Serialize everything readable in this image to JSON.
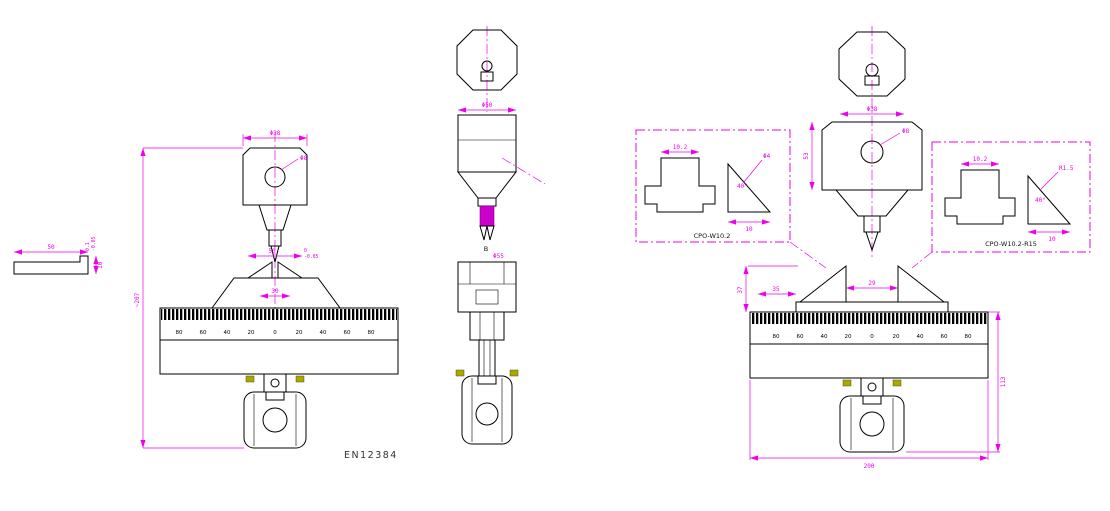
{
  "labels": {
    "standard": "EN12384",
    "detail_left": "CPO-W10.2",
    "detail_right": "CPO-W10.2-R15",
    "tip_mark": "B"
  },
  "dims": {
    "gauge_width": "50",
    "gauge_tol_top": "0.1",
    "gauge_tol_bottom": "-0.05",
    "gauge_step": "10",
    "overall_height": "~207",
    "head_width": "Φ38",
    "hole_dia": "Φ8",
    "anvil_width": "50",
    "anvil_tol_top": "0",
    "anvil_tol_bottom": "-0.05",
    "anvil_inner": "30",
    "shaft_dia": "Φ50",
    "carrier_dia": "Φ55",
    "head_height": "53",
    "wedge_gap": "29",
    "wedge_height": "37",
    "wedge_base": "35",
    "base_width": "200",
    "base_height": "113",
    "insert_width": "10.2",
    "insert_angle": "40°",
    "insert_thickness": "10",
    "insert_radius": "R1.5",
    "insert_hole": "Φ4"
  },
  "ruler": {
    "labels": [
      "80",
      "60",
      "40",
      "20",
      "0",
      "20",
      "40",
      "60",
      "80"
    ]
  },
  "colors": {
    "outline": "#000000",
    "dimension": "#ee00ee",
    "tip_fill": "#cc00cc",
    "pad_fill": "#a8a800",
    "background": "#ffffff"
  }
}
